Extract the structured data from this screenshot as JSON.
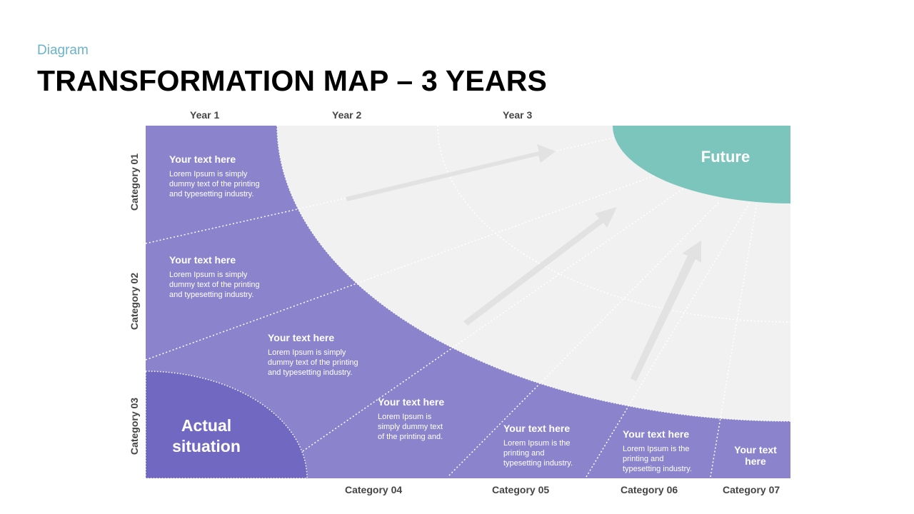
{
  "header": {
    "subtitle": "Diagram",
    "title": "TRANSFORMATION MAP – 3 YEARS"
  },
  "years": [
    "Year 1",
    "Year 2",
    "Year 3"
  ],
  "row_categories": [
    "Category 01",
    "Category 02",
    "Category 03"
  ],
  "col_categories": [
    "Category 04",
    "Category 05",
    "Category 06",
    "Category 07"
  ],
  "start_label": "Actual situation",
  "end_label": "Future",
  "blocks": [
    {
      "heading": "Your text here",
      "body": "Lorem Ipsum is simply dummy text of the printing and typesetting industry."
    },
    {
      "heading": "Your text here",
      "body": "Lorem Ipsum is simply dummy text of the printing and typesetting industry."
    },
    {
      "heading": "Your text here",
      "body": "Lorem Ipsum is simply dummy text of the printing and typesetting industry."
    },
    {
      "heading": "Your text here",
      "body": "Lorem Ipsum is simply dummy text of the printing and."
    },
    {
      "heading": "Your text here",
      "body": "Lorem Ipsum is the printing and typesetting industry."
    },
    {
      "heading": "Your text here",
      "body": "Lorem Ipsum is the printing and typesetting industry."
    },
    {
      "heading": "Your text here",
      "body": ""
    }
  ],
  "colors": {
    "purple": "#8b84cc",
    "purple_dark": "#7168c2",
    "teal": "#7cc5bd",
    "grey": "#f1f1f1",
    "arrow": "#e2e2e2"
  }
}
